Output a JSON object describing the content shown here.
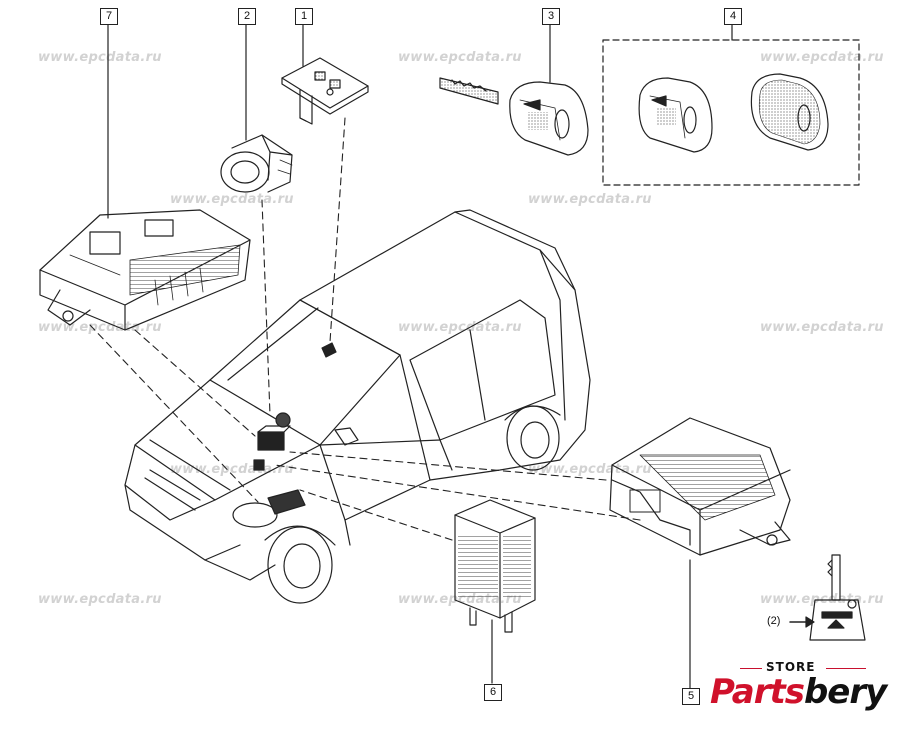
{
  "watermark": {
    "text": "www.epcdata.ru"
  },
  "callouts": {
    "c1": "1",
    "c2": "2",
    "c3": "3",
    "c4": "4",
    "c5": "5",
    "c6": "6",
    "c7": "7"
  },
  "ref_note": "(2)",
  "logo": {
    "store": "STORE",
    "word_red": "Parts",
    "word_black": "bery"
  },
  "colors": {
    "line": "#222222",
    "watermark": "#d2d2d2",
    "logo_red": "#d0112b"
  }
}
